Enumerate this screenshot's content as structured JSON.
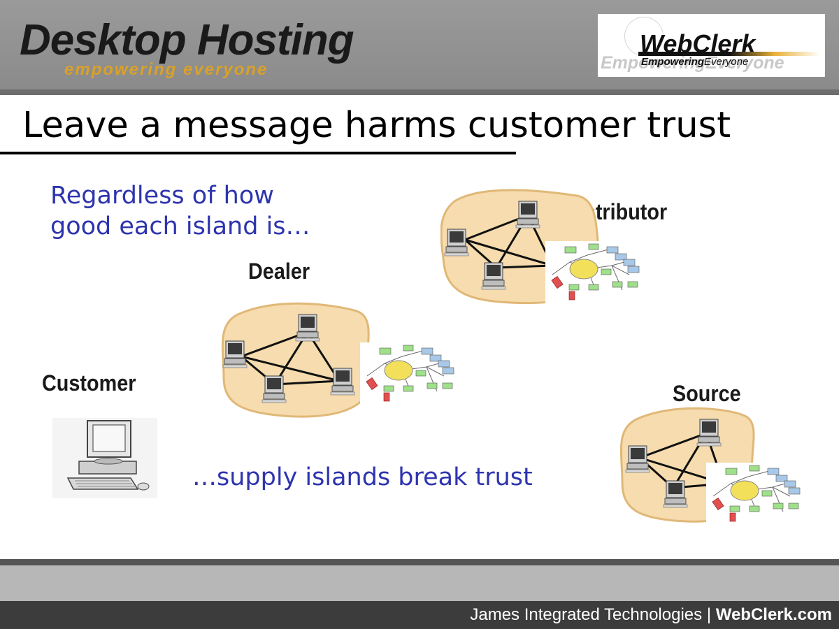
{
  "header": {
    "brand": "Desktop Hosting",
    "brand_tagline": "empowering everyone",
    "logo_name": "WebClerk",
    "logo_tagline_bold": "Empowering",
    "logo_tagline_rest": "Everyone",
    "logo_ghost": "EmpoweringEveryone"
  },
  "slide": {
    "title": "Leave a message harms customer trust",
    "intro_line1": "Regardless of how",
    "intro_line2": "good each island is…",
    "outro": "…supply islands break trust"
  },
  "nodes": {
    "distributor": "Distributor",
    "dealer": "Dealer",
    "customer": "Customer",
    "source": "Source"
  },
  "footer": {
    "company": "James Integrated Technologies",
    "separator": "|",
    "site": "WebClerk.com"
  },
  "colors": {
    "accent_text": "#2e34ad",
    "island_fill": "#f6dcae",
    "brand_tagline": "#d9a12a"
  },
  "icons": [
    "computer-icon",
    "flowchart-icon",
    "globe-icon"
  ]
}
